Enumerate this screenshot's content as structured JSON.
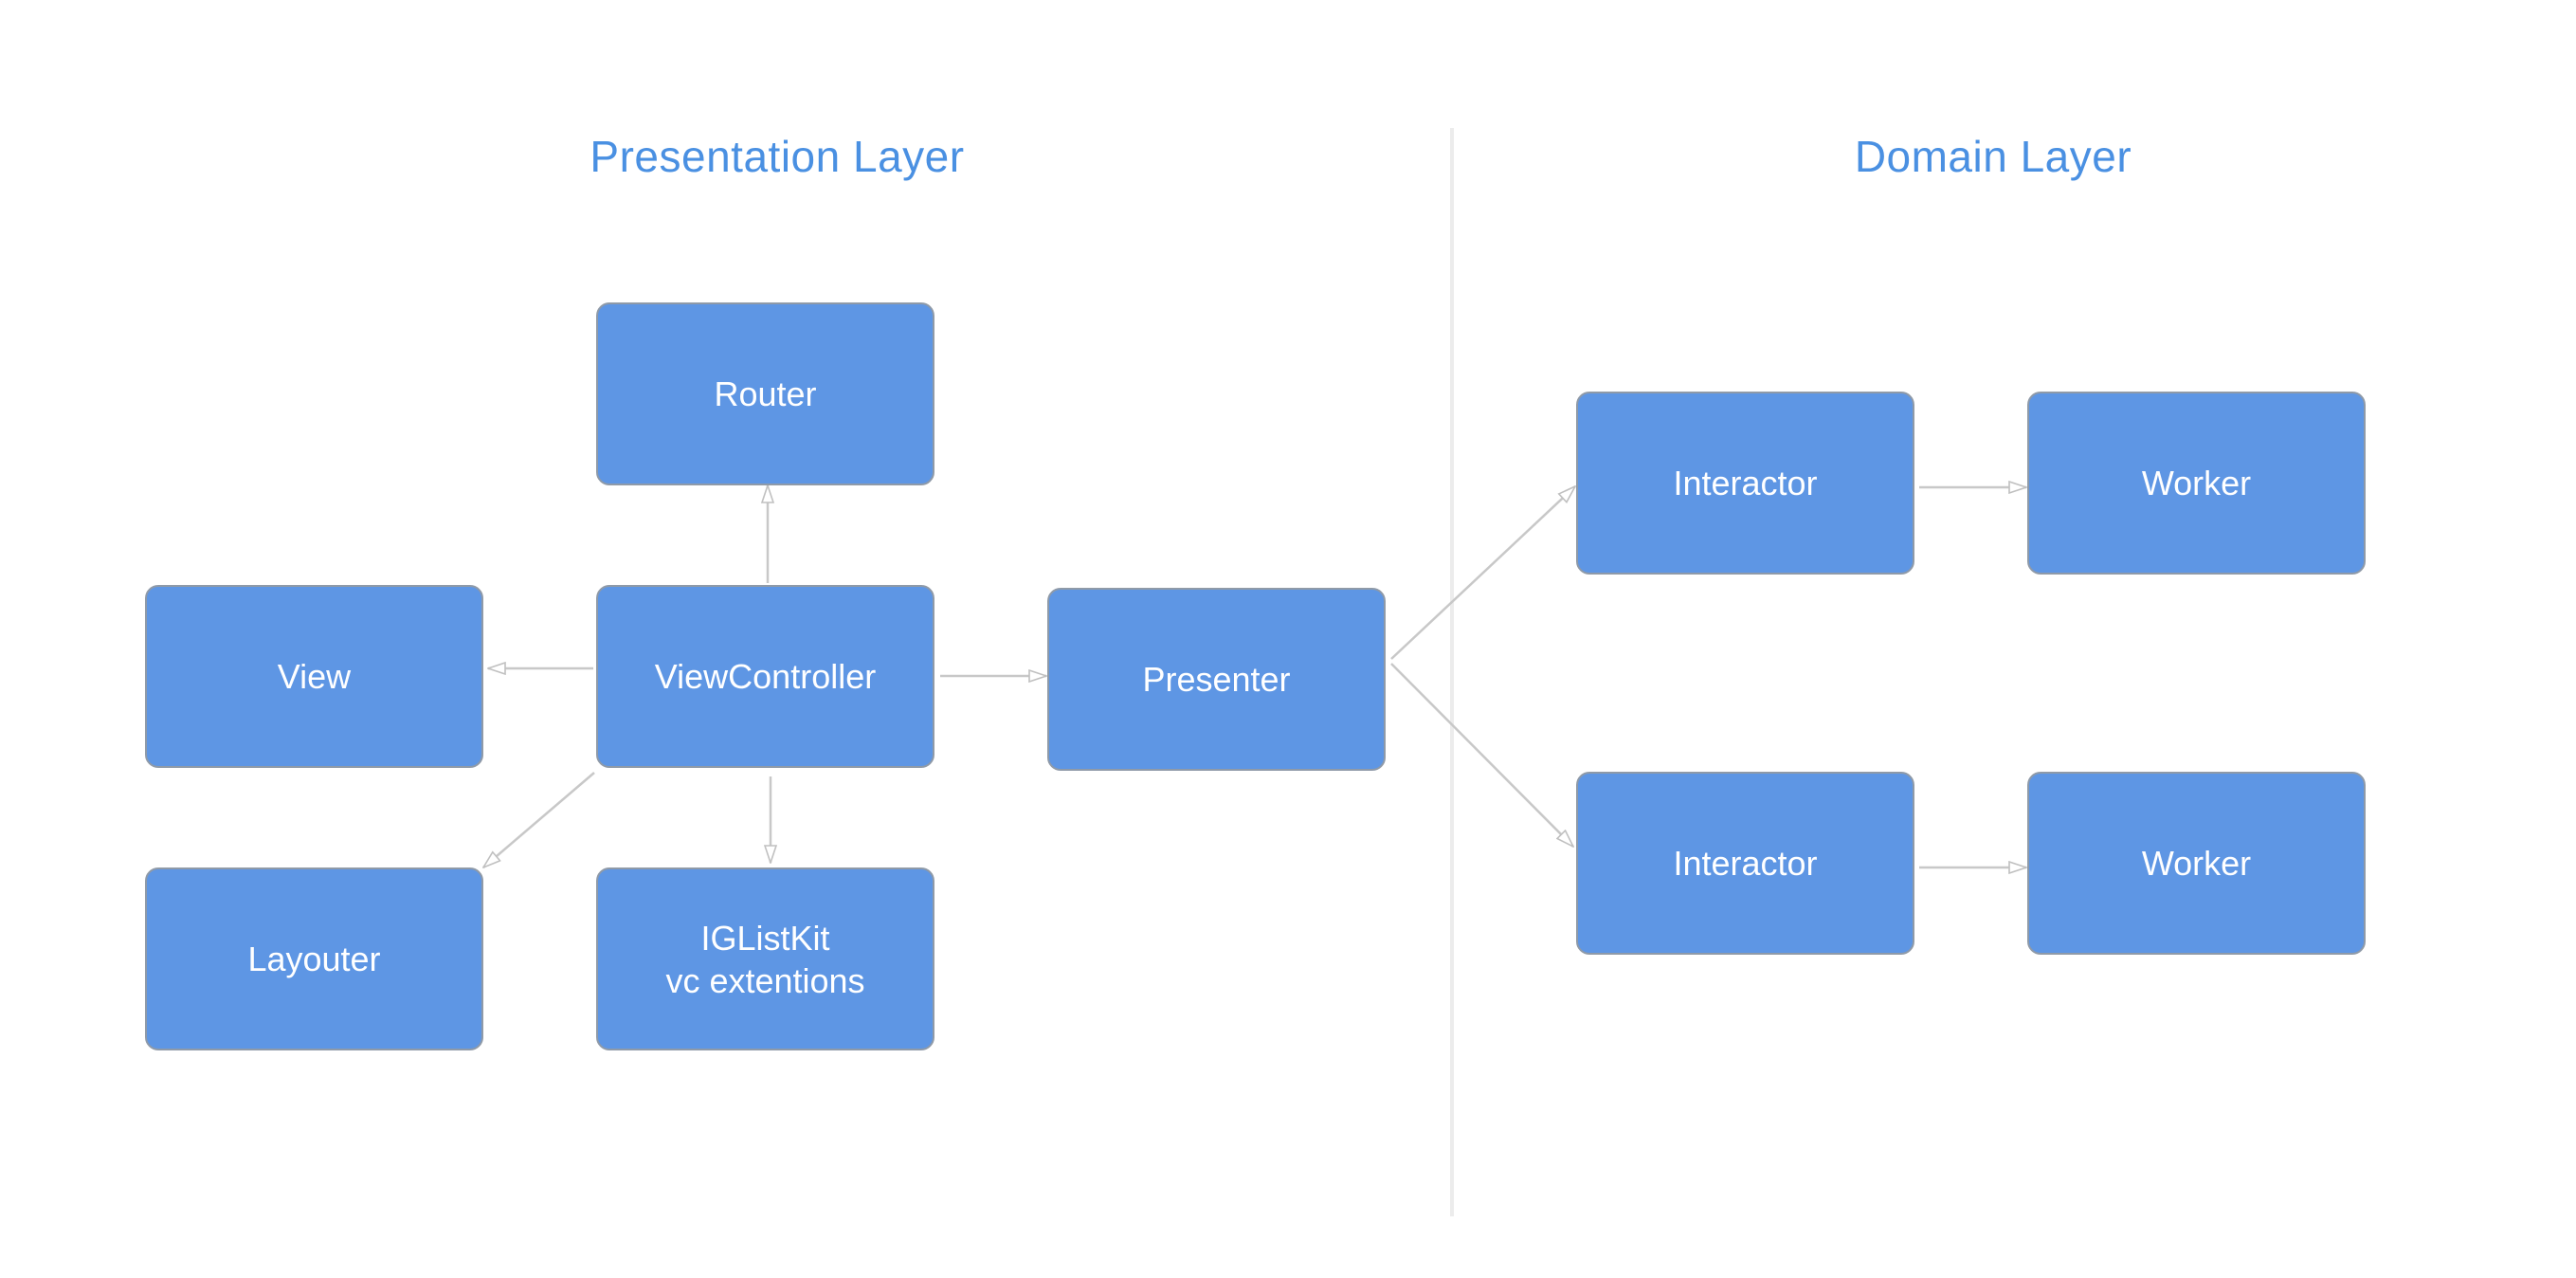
{
  "layers": {
    "presentation": "Presentation Layer",
    "domain": "Domain Layer"
  },
  "nodes": {
    "router": "Router",
    "view": "View",
    "view_controller": "ViewController",
    "presenter": "Presenter",
    "layouter": "Layouter",
    "iglistkit": "IGListKit\nvc extentions",
    "interactor_top": "Interactor",
    "worker_top": "Worker",
    "interactor_bottom": "Interactor",
    "worker_bottom": "Worker"
  },
  "colors": {
    "title": "#4a90e2",
    "node_fill": "#5e96e4",
    "node_border": "#8f9aa8",
    "node_text": "#ffffff",
    "edge": "#c8c8c8",
    "divider": "#ececec"
  }
}
